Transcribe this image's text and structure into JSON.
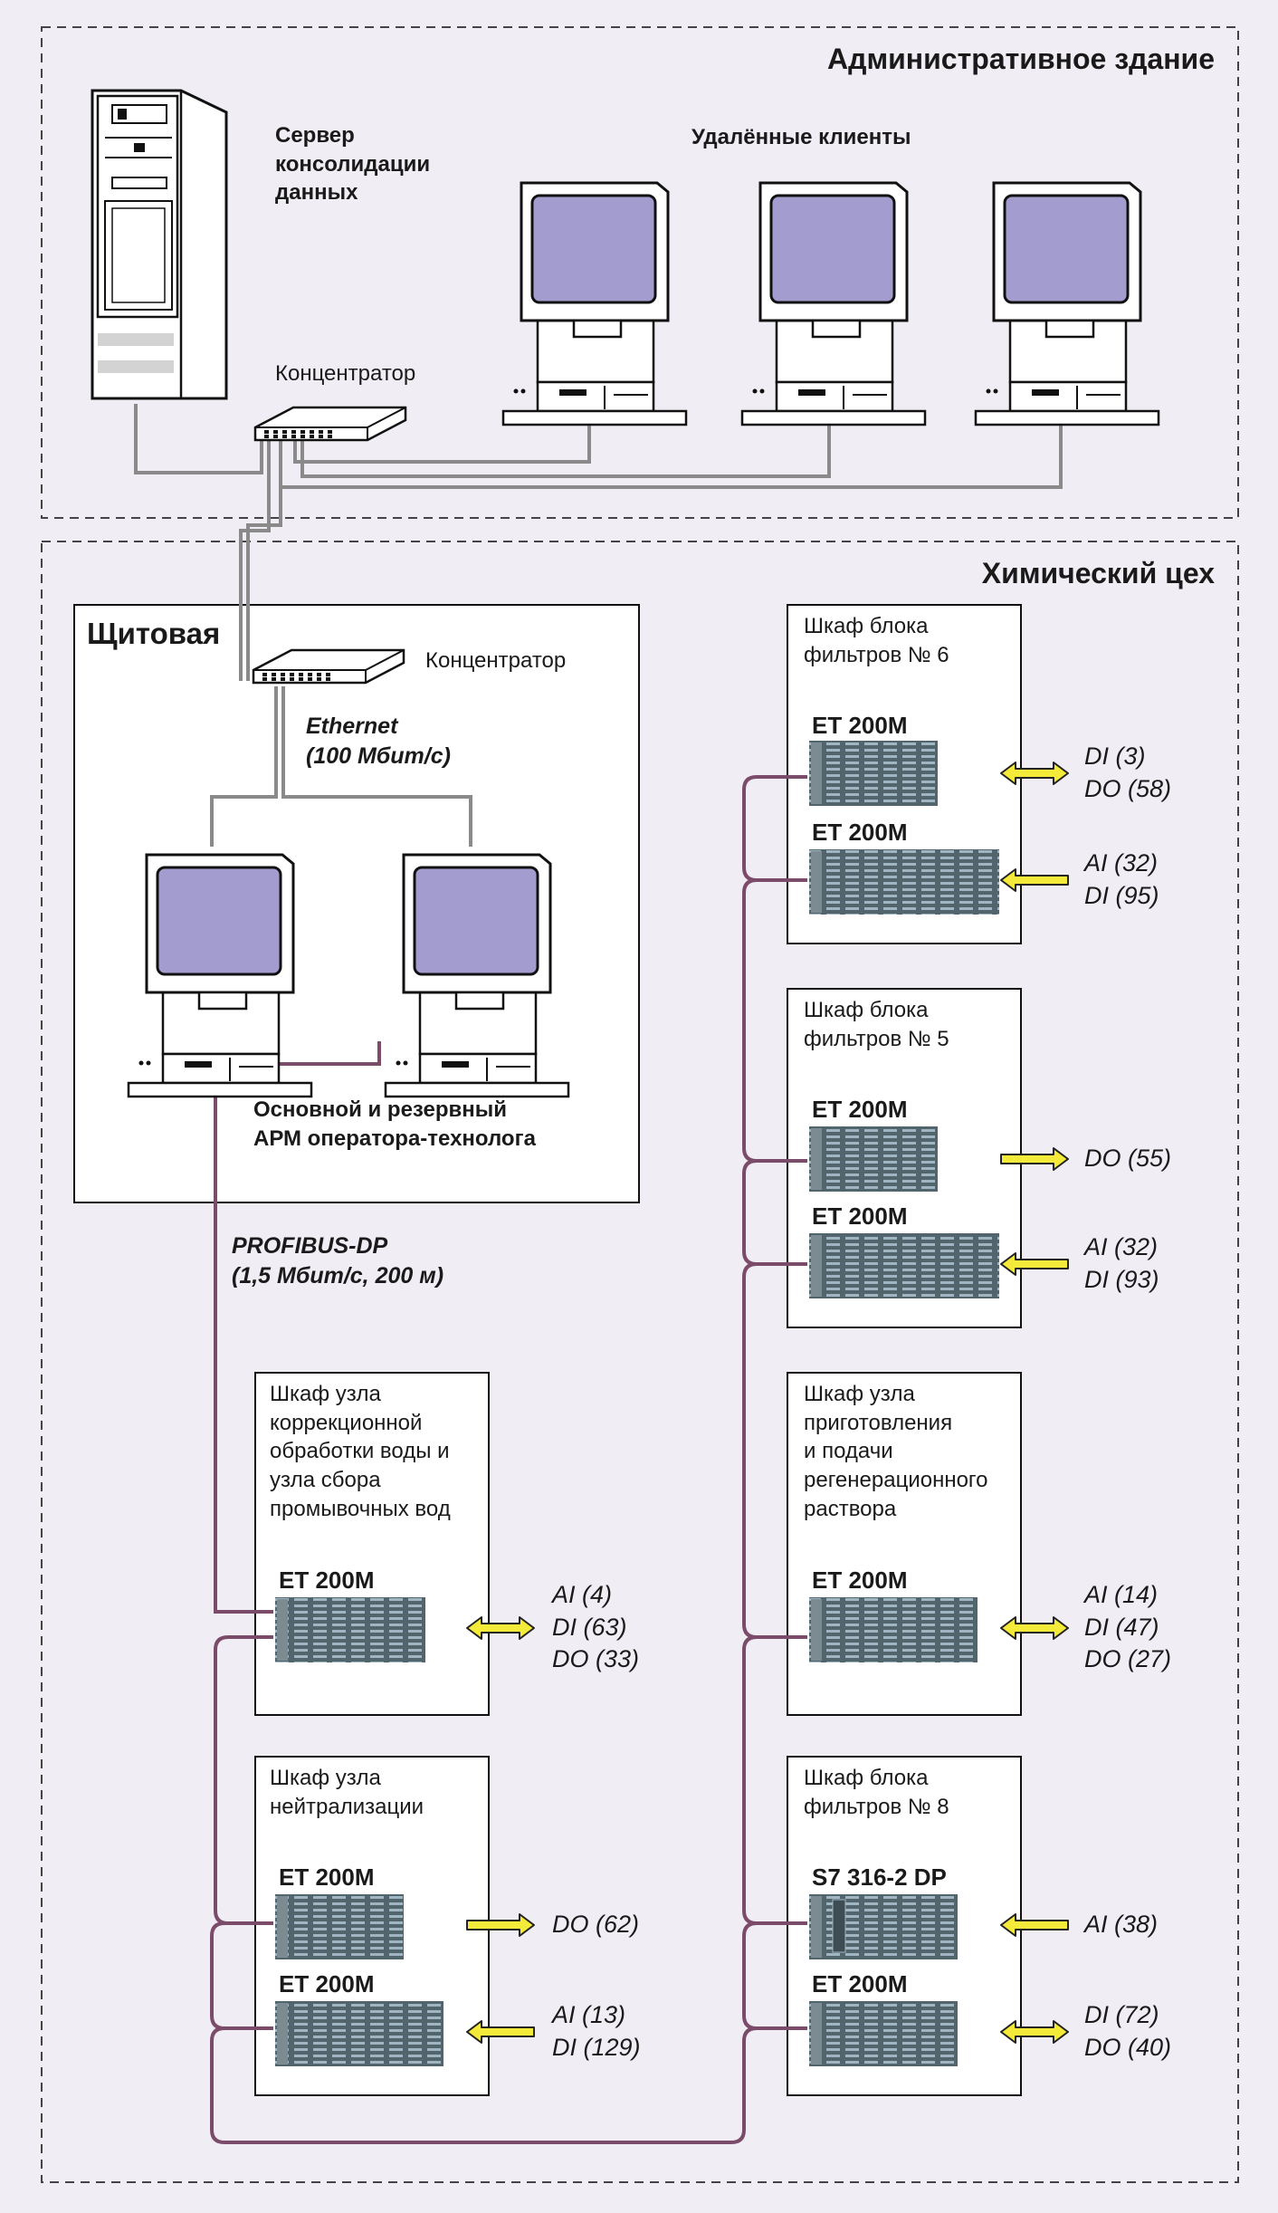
{
  "zones": {
    "admin": "Административное здание",
    "chem": "Химический цех"
  },
  "control_room": {
    "title": "Щитовая",
    "hub": "Концентратор",
    "ethernet": "Ethernet\n(100 Мбит/с)",
    "operators": "Основной и резервный\nАРМ оператора-технолога"
  },
  "admin": {
    "server": "Сервер\nконсолидации\nданных",
    "hub": "Концентратор",
    "clients": "Удалённые клиенты"
  },
  "bus": "PROFIBUS-DP\n(1,5 Мбит/с, 200 м)",
  "cabinets": {
    "f6": {
      "title": "Шкаф блока\nфильтров № 6",
      "m1": {
        "label": "ET 200M",
        "io": "DI (3)\nDO (58)"
      },
      "m2": {
        "label": "ET 200M",
        "io": "AI (32)\nDI (95)"
      }
    },
    "f5": {
      "title": "Шкаф блока\nфильтров № 5",
      "m1": {
        "label": "ET 200M",
        "io": "DO (55)"
      },
      "m2": {
        "label": "ET 200M",
        "io": "AI (32)\nDI (93)"
      }
    },
    "water": {
      "title": "Шкаф узла\nкоррекционной\nобработки воды и\nузла сбора\nпромывочных вод",
      "m1": {
        "label": "ET 200M",
        "io": "AI (4)\nDI (63)\nDO (33)"
      }
    },
    "regen": {
      "title": "Шкаф узла\nприготовления\nи подачи\nрегенерационного\nраствора",
      "m1": {
        "label": "ET 200M",
        "io": "AI (14)\nDI (47)\nDO (27)"
      }
    },
    "neutr": {
      "title": "Шкаф узла\nнейтрализации",
      "m1": {
        "label": "ET 200M",
        "io": "DO (62)"
      },
      "m2": {
        "label": "ET 200M",
        "io": "AI (13)\nDI (129)"
      }
    },
    "f8": {
      "title": "Шкаф блока\nфильтров № 8",
      "m1": {
        "label": "S7 316-2 DP",
        "io": "AI (38)"
      },
      "m2": {
        "label": "ET 200M",
        "io": "DI (72)\nDO (40)"
      }
    }
  },
  "colors": {
    "profibus": "#7a4c6a",
    "ethernet": "#8a8a8a",
    "arrow": "#f4ea3a",
    "screen": "#a39dcf",
    "module": "#52646c"
  }
}
